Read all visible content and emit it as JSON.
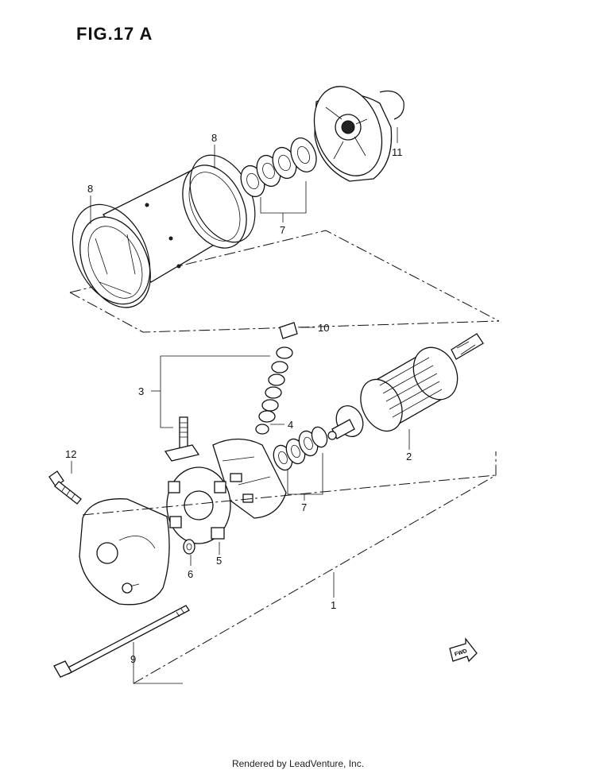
{
  "figure": {
    "title": "FIG.17 A"
  },
  "callouts": [
    {
      "id": "c1",
      "text": "1"
    },
    {
      "id": "c2",
      "text": "2"
    },
    {
      "id": "c3",
      "text": "3"
    },
    {
      "id": "c4",
      "text": "4"
    },
    {
      "id": "c5",
      "text": "5"
    },
    {
      "id": "c6",
      "text": "6"
    },
    {
      "id": "c7a",
      "text": "7"
    },
    {
      "id": "c7b",
      "text": "7"
    },
    {
      "id": "c8a",
      "text": "8"
    },
    {
      "id": "c8b",
      "text": "8"
    },
    {
      "id": "c9",
      "text": "9"
    },
    {
      "id": "c10",
      "text": "10"
    },
    {
      "id": "c11",
      "text": "11"
    },
    {
      "id": "c12",
      "text": "12"
    }
  ],
  "fwd_label": "FWD",
  "footer": {
    "text": "Rendered by LeadVenture, Inc."
  }
}
